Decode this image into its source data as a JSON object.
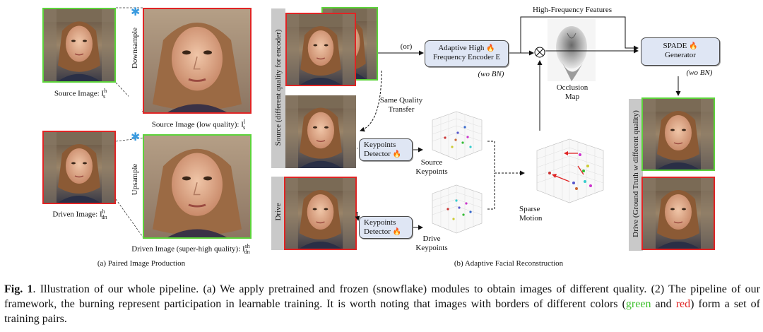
{
  "panel_a": {
    "source_label": "Source Image: I",
    "source_sup": "h",
    "source_sub": "s",
    "source_low_label": "Source Image (low quality): I",
    "source_low_sup": "l",
    "source_low_sub": "s",
    "driven_label": "Driven Image: I",
    "driven_sup": "h",
    "driven_sub": "dn",
    "driven_high_label": "Driven Image (super-high quality): I",
    "driven_high_sup": "sh",
    "driven_high_sub": "dn",
    "downsample": "Downsample",
    "upsample": "Upsample",
    "caption": "(a) Paired Image Production"
  },
  "panel_b": {
    "source_bar": "Source (different quality for encoder)",
    "drive_bar": "Drive",
    "or_label": "(or)",
    "encoder_line1": "Adaptive High",
    "encoder_line2": "Frequency Encoder E",
    "wo_bn_encoder": "(wo BN)",
    "high_freq": "High-Frequency Features",
    "spade_line1": "SPADE",
    "spade_line2": "Generator",
    "wo_bn_spade": "(wo BN)",
    "occlusion": "Occlusion",
    "occlusion2": "Map",
    "same_quality": "Same Quality",
    "transfer": "Transfer",
    "kp_line1": "Keypoints",
    "kp_line2": "Detector",
    "source_kp1": "Source",
    "source_kp2": "Keypoints",
    "drive_kp1": "Drive",
    "drive_kp2": "Keypoints",
    "sparse1": "Sparse",
    "sparse2": "Motion",
    "output_bar": "Drive (Ground Truth w different quality)",
    "caption": "(b) Adaptive Facial Reconstruction"
  },
  "figure_caption": {
    "fig_label": "Fig. 1",
    "text_1": ". Illustration of our whole pipeline. (a) We apply pretrained and frozen (snowflake) modules to obtain images of different quality. (2) The pipeline of our framework, the burning represent participation in learnable training. It is worth noting that images with borders of different colors (",
    "green_word": "green",
    "and_word": " and ",
    "red_word": "red",
    "text_2": ") form a set of training pairs."
  },
  "colors": {
    "green": "#5cd33a",
    "red": "#e02424",
    "module_fill": "#dfe6f4",
    "snowflake": "#3a9be0",
    "flame": "#f07b2a"
  }
}
